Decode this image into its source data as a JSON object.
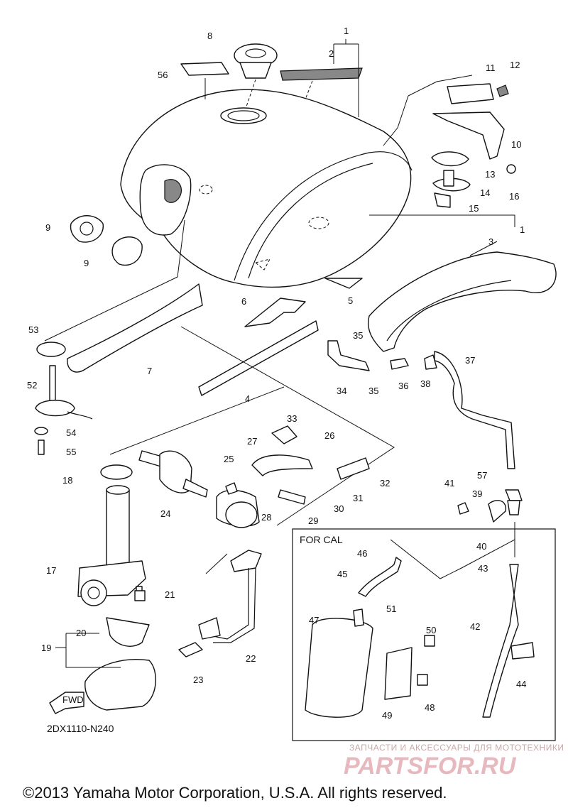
{
  "diagram_code": "2DX1110-N240",
  "copyright": "©2013 Yamaha Motor Corporation, U.S.A. All rights reserved.",
  "cal_box_title": "FOR CAL",
  "fwd_label": "FWD",
  "watermark": {
    "subtitle": "ЗАПЧАСТИ И АКСЕССУАРЫ ДЛЯ МОТОТЕХНИКИ",
    "brand": "PARTSFOR.RU"
  },
  "callouts": {
    "c1a": "1",
    "c1b": "1",
    "c2": "2",
    "c3": "3",
    "c4": "4",
    "c5": "5",
    "c6": "6",
    "c7": "7",
    "c8": "8",
    "c9a": "9",
    "c9b": "9",
    "c10": "10",
    "c11": "11",
    "c12": "12",
    "c13": "13",
    "c14": "14",
    "c15": "15",
    "c16": "16",
    "c17": "17",
    "c18": "18",
    "c19": "19",
    "c20": "20",
    "c21": "21",
    "c22": "22",
    "c23": "23",
    "c24": "24",
    "c25": "25",
    "c26": "26",
    "c27": "27",
    "c28": "28",
    "c29": "29",
    "c30": "30",
    "c31": "31",
    "c32": "32",
    "c33": "33",
    "c34": "34",
    "c35a": "35",
    "c35b": "35",
    "c36": "36",
    "c37": "37",
    "c38": "38",
    "c39": "39",
    "c40": "40",
    "c41": "41",
    "c42": "42",
    "c43": "43",
    "c44": "44",
    "c45": "45",
    "c46": "46",
    "c47": "47",
    "c48": "48",
    "c49": "49",
    "c50": "50",
    "c51": "51",
    "c52": "52",
    "c53": "53",
    "c54": "54",
    "c55": "55",
    "c56": "56",
    "c57": "57"
  }
}
